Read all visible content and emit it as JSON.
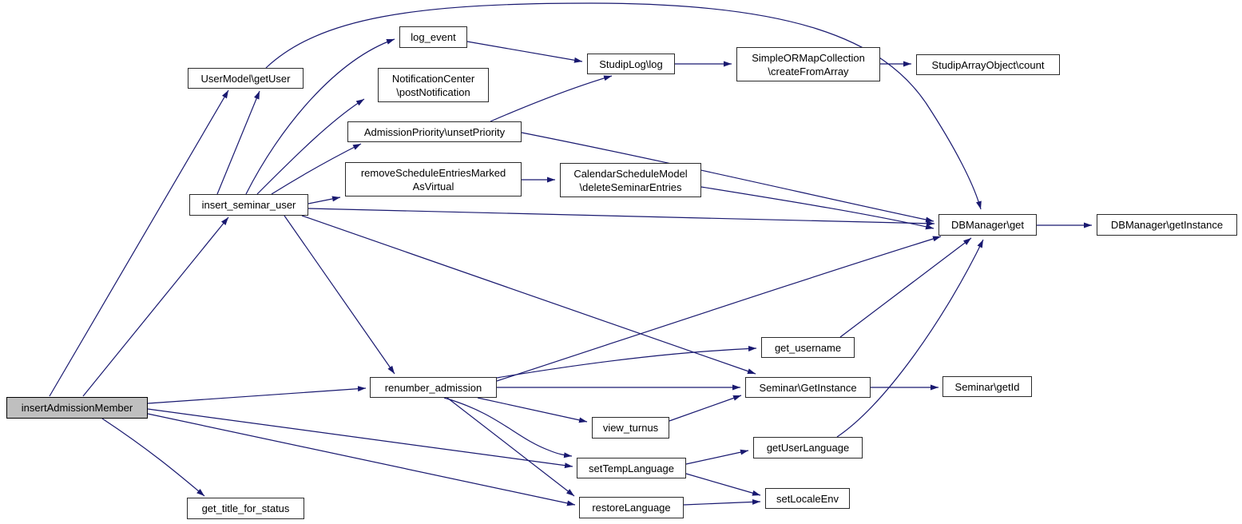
{
  "diagram": {
    "type": "call-graph",
    "root": "insertAdmissionMember",
    "background_color": "#ffffff",
    "edge_color": "#191970",
    "node_fill_color": "#ffffff",
    "node_border_color": "#2b2b2b",
    "highlight_fill_color": "#bfbfbf"
  },
  "nodes": {
    "insert_admission_member": {
      "label": "insertAdmissionMember",
      "highlighted": true
    },
    "user_model_get_user": {
      "label": "UserModel\\getUser"
    },
    "insert_seminar_user": {
      "label": "insert_seminar_user"
    },
    "log_event": {
      "label": "log_event"
    },
    "notification_center_post_notification": {
      "label": "NotificationCenter\n\\postNotification"
    },
    "admission_priority_unset_priority": {
      "label": "AdmissionPriority\\unsetPriority"
    },
    "remove_schedule_entries_marked_as_virtual": {
      "label": "removeScheduleEntriesMarked\nAsVirtual"
    },
    "calendar_schedule_model_delete_seminar_entries": {
      "label": "CalendarScheduleModel\n\\deleteSeminarEntries"
    },
    "studip_log_log": {
      "label": "StudipLog\\log"
    },
    "simple_or_map_collection_create_from_array": {
      "label": "SimpleORMapCollection\n\\createFromArray"
    },
    "studip_array_object_count": {
      "label": "StudipArrayObject\\count"
    },
    "db_manager_get": {
      "label": "DBManager\\get"
    },
    "db_manager_get_instance": {
      "label": "DBManager\\getInstance"
    },
    "get_username": {
      "label": "get_username"
    },
    "seminar_get_instance": {
      "label": "Seminar\\GetInstance"
    },
    "seminar_get_id": {
      "label": "Seminar\\getId"
    },
    "renumber_admission": {
      "label": "renumber_admission"
    },
    "view_turnus": {
      "label": "view_turnus"
    },
    "set_temp_language": {
      "label": "setTempLanguage"
    },
    "get_user_language": {
      "label": "getUserLanguage"
    },
    "restore_language": {
      "label": "restoreLanguage"
    },
    "set_locale_env": {
      "label": "setLocaleEnv"
    },
    "get_title_for_status": {
      "label": "get_title_for_status"
    }
  },
  "edges": [
    {
      "from": "insertAdmissionMember",
      "to": "UserModel\\getUser"
    },
    {
      "from": "insertAdmissionMember",
      "to": "insert_seminar_user"
    },
    {
      "from": "insertAdmissionMember",
      "to": "renumber_admission"
    },
    {
      "from": "insertAdmissionMember",
      "to": "setTempLanguage"
    },
    {
      "from": "insertAdmissionMember",
      "to": "restoreLanguage"
    },
    {
      "from": "insertAdmissionMember",
      "to": "get_title_for_status"
    },
    {
      "from": "insert_seminar_user",
      "to": "UserModel\\getUser"
    },
    {
      "from": "insert_seminar_user",
      "to": "log_event"
    },
    {
      "from": "insert_seminar_user",
      "to": "NotificationCenter\\postNotification"
    },
    {
      "from": "insert_seminar_user",
      "to": "AdmissionPriority\\unsetPriority"
    },
    {
      "from": "insert_seminar_user",
      "to": "removeScheduleEntriesMarkedAsVirtual"
    },
    {
      "from": "insert_seminar_user",
      "to": "DBManager\\get"
    },
    {
      "from": "insert_seminar_user",
      "to": "Seminar\\GetInstance"
    },
    {
      "from": "insert_seminar_user",
      "to": "renumber_admission"
    },
    {
      "from": "log_event",
      "to": "StudipLog\\log"
    },
    {
      "from": "AdmissionPriority\\unsetPriority",
      "to": "StudipLog\\log"
    },
    {
      "from": "AdmissionPriority\\unsetPriority",
      "to": "DBManager\\get"
    },
    {
      "from": "StudipLog\\log",
      "to": "SimpleORMapCollection\\createFromArray"
    },
    {
      "from": "SimpleORMapCollection\\createFromArray",
      "to": "StudipArrayObject\\count"
    },
    {
      "from": "removeScheduleEntriesMarkedAsVirtual",
      "to": "CalendarScheduleModel\\deleteSeminarEntries"
    },
    {
      "from": "CalendarScheduleModel\\deleteSeminarEntries",
      "to": "DBManager\\get"
    },
    {
      "from": "UserModel\\getUser",
      "to": "DBManager\\get"
    },
    {
      "from": "DBManager\\get",
      "to": "DBManager\\getInstance"
    },
    {
      "from": "renumber_admission",
      "to": "get_username"
    },
    {
      "from": "renumber_admission",
      "to": "Seminar\\GetInstance"
    },
    {
      "from": "renumber_admission",
      "to": "DBManager\\get"
    },
    {
      "from": "renumber_admission",
      "to": "view_turnus"
    },
    {
      "from": "renumber_admission",
      "to": "setTempLanguage"
    },
    {
      "from": "renumber_admission",
      "to": "restoreLanguage"
    },
    {
      "from": "get_username",
      "to": "DBManager\\get"
    },
    {
      "from": "view_turnus",
      "to": "Seminar\\GetInstance"
    },
    {
      "from": "Seminar\\GetInstance",
      "to": "Seminar\\getId"
    },
    {
      "from": "setTempLanguage",
      "to": "getUserLanguage"
    },
    {
      "from": "setTempLanguage",
      "to": "setLocaleEnv"
    },
    {
      "from": "restoreLanguage",
      "to": "setLocaleEnv"
    },
    {
      "from": "getUserLanguage",
      "to": "DBManager\\get"
    }
  ]
}
